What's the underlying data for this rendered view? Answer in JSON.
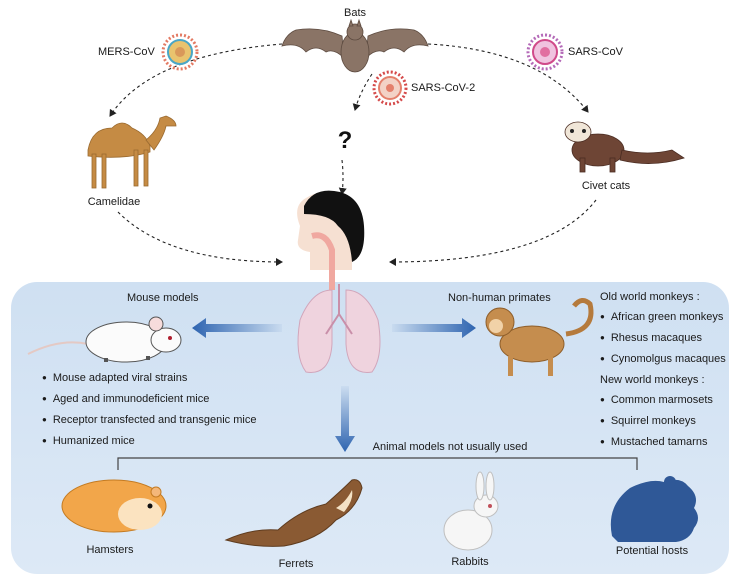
{
  "top": {
    "bats": "Bats",
    "mers": "MERS-CoV",
    "sars": "SARS-CoV",
    "sars2": "SARS-CoV-2",
    "question": "?",
    "camelidae": "Camelidae",
    "civet": "Civet cats"
  },
  "panel": {
    "mouse_title": "Mouse models",
    "mouse_items": [
      "Mouse adapted viral strains",
      "Aged and immunodeficient mice",
      "Receptor transfected and transgenic mice",
      "Humanized mice"
    ],
    "nhp_title": "Non-human primates",
    "old_world": "Old world monkeys :",
    "old_items": [
      "African green monkeys",
      "Rhesus macaques",
      "Cynomolgus macaques"
    ],
    "new_world": "New world monkeys :",
    "new_items": [
      "Common marmosets",
      "Squirrel monkeys",
      "Mustached tamarns"
    ],
    "not_used_title": "Animal models not usually used",
    "animals": [
      "Hamsters",
      "Ferrets",
      "Rabbits",
      "Potential hosts"
    ]
  },
  "colors": {
    "panel_bg": "#d6e5f4",
    "arrow_blue": "#2e64b0",
    "bat": "#8a7466",
    "camel": "#c58b44",
    "civet": "#6e4535",
    "hamster": "#f2a64a",
    "ferret": "#8a5a33",
    "rat_silhouette": "#2f5897",
    "lung": "#e8c4d3"
  }
}
